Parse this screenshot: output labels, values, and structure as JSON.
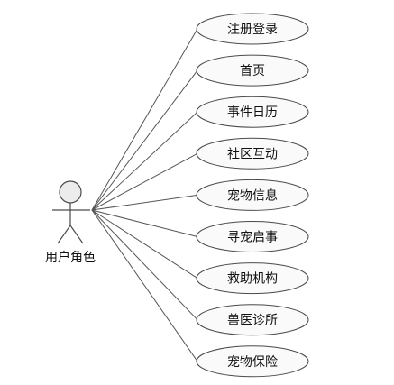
{
  "actor": {
    "label": "用户角色"
  },
  "use_cases": [
    {
      "label": "注册登录"
    },
    {
      "label": "首页"
    },
    {
      "label": "事件日历"
    },
    {
      "label": "社区互动"
    },
    {
      "label": "宠物信息"
    },
    {
      "label": "寻宠启事"
    },
    {
      "label": "救助机构"
    },
    {
      "label": "兽医诊所"
    },
    {
      "label": "宠物保险"
    }
  ]
}
